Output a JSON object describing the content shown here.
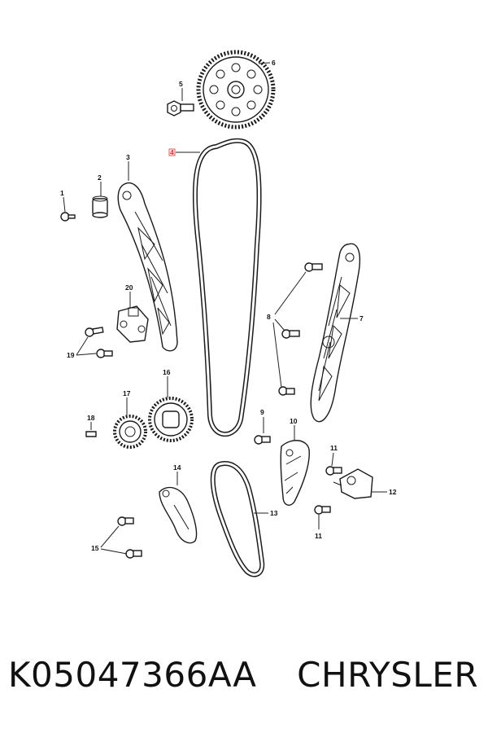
{
  "caption": {
    "part_number": "K05047366AA",
    "brand": "CHRYSLER"
  },
  "callouts": {
    "c1": "1",
    "c2": "2",
    "c3": "3",
    "c4": "4",
    "c5": "5",
    "c6": "6",
    "c7": "7",
    "c8": "8",
    "c9": "9",
    "c10": "10",
    "c11a": "11",
    "c11b": "11",
    "c12": "12",
    "c13": "13",
    "c14": "14",
    "c15": "15",
    "c16": "16",
    "c17": "17",
    "c18": "18",
    "c19": "19",
    "c20": "20"
  },
  "colors": {
    "ink": "#1a1a1a",
    "highlight": "#e03030"
  }
}
